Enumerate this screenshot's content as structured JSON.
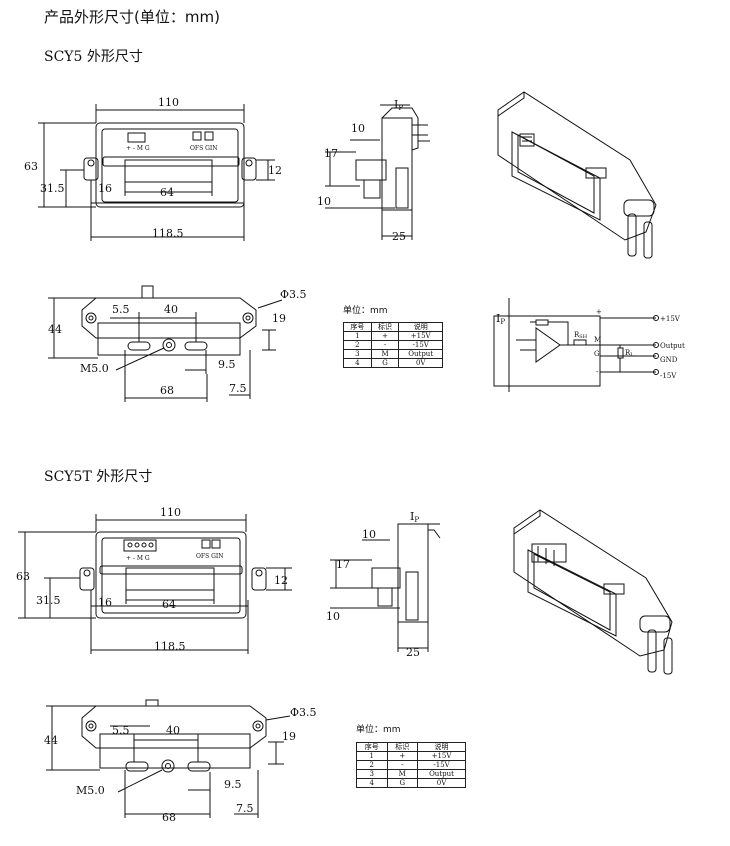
{
  "title": "产品外形尺寸(单位：mm)",
  "sections": [
    {
      "name": "SCY5 外形尺寸",
      "front": {
        "d110": "110",
        "d63": "63",
        "d31_5": "31.5",
        "d16": "16",
        "d64": "64",
        "d12": "12",
        "d118_5": "118.5",
        "ofs_gin": "OFS GIN",
        "pins": "+ - M G"
      },
      "side": {
        "ip_main": "I",
        "ip_sub": "P",
        "d10a": "10",
        "d17": "17",
        "d10b": "10",
        "d25": "25"
      },
      "bottom": {
        "d44": "44",
        "d5_5": "5.5",
        "d40": "40",
        "phi": "Φ3.5",
        "d19": "19",
        "m5": "M5.0",
        "d9_5": "9.5",
        "d68": "68",
        "d7_5": "7.5"
      }
    },
    {
      "name": "SCY5T 外形尺寸",
      "front": {
        "d110": "110",
        "d63": "63",
        "d31_5": "31.5",
        "d16": "16",
        "d64": "64",
        "d12": "12",
        "d118_5": "118.5",
        "ofs_gin": "OFS GIN",
        "pins": "+ - M G"
      },
      "side": {
        "ip_main": "I",
        "ip_sub": "P",
        "d10a": "10",
        "d17": "17",
        "d10b": "10",
        "d25": "25"
      },
      "bottom": {
        "d44": "44",
        "d5_5": "5.5",
        "d40": "40",
        "phi": "Φ3.5",
        "d19": "19",
        "m5": "M5.0",
        "d9_5": "9.5",
        "d68": "68",
        "d7_5": "7.5"
      }
    }
  ],
  "table": {
    "unit": "单位：mm",
    "headers": [
      "序号",
      "标识",
      "说明"
    ],
    "rows": [
      [
        "1",
        "+",
        "+15V"
      ],
      [
        "2",
        "-",
        "-15V"
      ],
      [
        "3",
        "M",
        "Output"
      ],
      [
        "4",
        "G",
        "0V"
      ]
    ]
  },
  "circuit": {
    "ip_main": "I",
    "ip_sub": "P",
    "plus": "+",
    "m": "M",
    "g": "G",
    "minus": "-",
    "rsh": "R",
    "rsh_sub": "SH",
    "rl": "R",
    "rl_sub": "L",
    "out_p15": "+15V",
    "out_output": "Output",
    "out_gnd": "GND",
    "out_m15": "-15V"
  }
}
